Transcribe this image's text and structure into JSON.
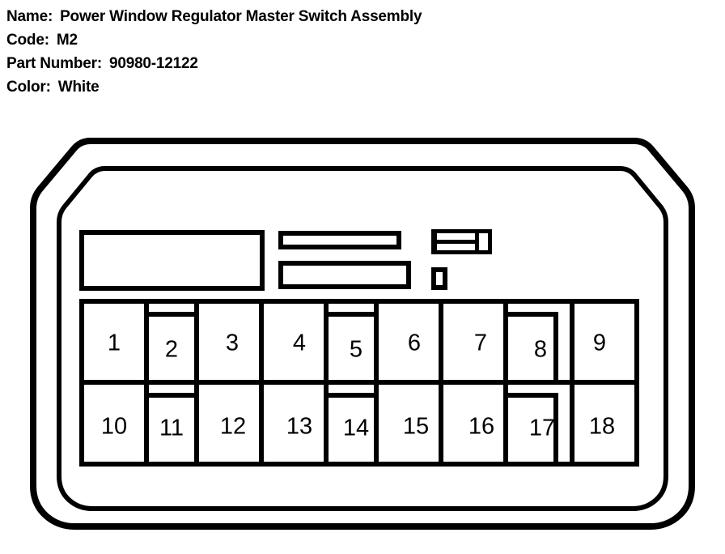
{
  "spec": {
    "rows": [
      {
        "label": "Name:",
        "value": "Power Window Regulator Master Switch Assembly"
      },
      {
        "label": "Code:",
        "value": "M2"
      },
      {
        "label": "Part Number:",
        "value": "90980-12122"
      },
      {
        "label": "Color:",
        "value": "White"
      }
    ]
  },
  "connector": {
    "name": "Power Window Regulator Master Switch Assembly",
    "code": "M2",
    "part_number": "90980-12122",
    "color": "White",
    "stroke_color": "#000000",
    "fill_color": "#ffffff",
    "total_terminals": 18,
    "rows": [
      {
        "row_name": "top-row",
        "terminals": [
          {
            "number": "1",
            "width": "wide",
            "recessed": false
          },
          {
            "number": "2",
            "width": "narrow",
            "recessed": true
          },
          {
            "number": "3",
            "width": "wide",
            "recessed": false
          },
          {
            "number": "4",
            "width": "wide",
            "recessed": false
          },
          {
            "number": "5",
            "width": "narrow",
            "recessed": true
          },
          {
            "number": "6",
            "width": "wide",
            "recessed": false
          },
          {
            "number": "7",
            "width": "wide",
            "recessed": false
          },
          {
            "number": "8",
            "width": "narrow",
            "recessed": true
          },
          {
            "number": "9",
            "width": "wide",
            "recessed": false
          }
        ]
      },
      {
        "row_name": "bottom-row",
        "terminals": [
          {
            "number": "10",
            "width": "wide",
            "recessed": false
          },
          {
            "number": "11",
            "width": "narrow",
            "recessed": true
          },
          {
            "number": "12",
            "width": "wide",
            "recessed": false
          },
          {
            "number": "13",
            "width": "wide",
            "recessed": false
          },
          {
            "number": "14",
            "width": "narrow",
            "recessed": true
          },
          {
            "number": "15",
            "width": "wide",
            "recessed": false
          },
          {
            "number": "16",
            "width": "wide",
            "recessed": false
          },
          {
            "number": "17",
            "width": "narrow",
            "recessed": true
          },
          {
            "number": "18",
            "width": "wide",
            "recessed": false
          }
        ]
      }
    ],
    "keyways": [
      {
        "keyway_name": "large-keyway",
        "shape": "rectangle"
      },
      {
        "keyway_name": "upper-slot-keyway",
        "shape": "rectangle"
      },
      {
        "keyway_name": "lower-slot-keyway",
        "shape": "rectangle"
      },
      {
        "keyway_name": "double-slot-keyway",
        "shape": "compound-rectangle"
      },
      {
        "keyway_name": "small-slot-keyway",
        "shape": "rectangle"
      }
    ]
  }
}
